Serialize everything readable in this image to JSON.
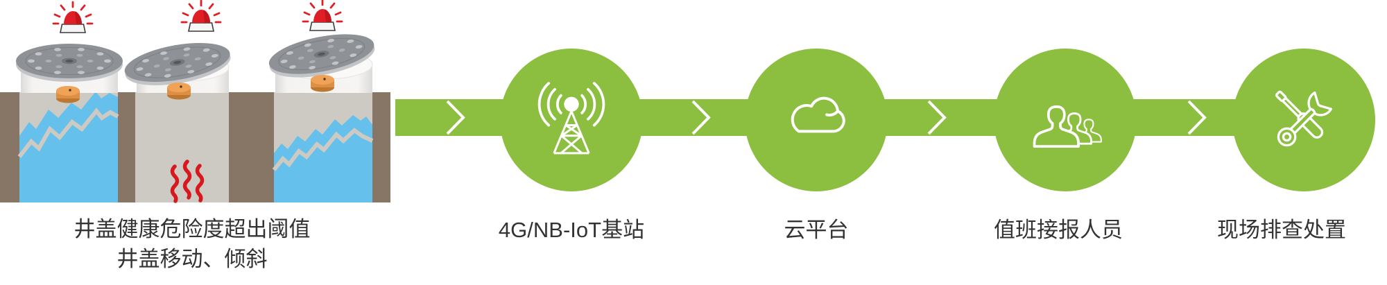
{
  "illustration": {
    "caption_line1": "井盖健康危险度超出阈值",
    "caption_line2": "井盖移动、倾斜",
    "manhole_count": 3,
    "alarm_count": 3,
    "elements": [
      "alarm-beacon",
      "manhole-cover",
      "iot-sensor",
      "rising-water",
      "gas-leak"
    ]
  },
  "flow": {
    "steps": [
      {
        "label": "4G/NB-IoT基站",
        "icon": "antenna-tower-icon"
      },
      {
        "label": "云平台",
        "icon": "cloud-icon"
      },
      {
        "label": "值班接报人员",
        "icon": "people-icon"
      },
      {
        "label": "现场排查处置",
        "icon": "tools-icon"
      }
    ]
  },
  "colors": {
    "accent_green": "#8CBF3F",
    "soil_brown": "#877566",
    "shaft_gray": "#CDC9C3",
    "water_blue": "#65C0EC",
    "alarm_red": "#E01E25",
    "sensor_orange": "#F0A356",
    "text": "#333333",
    "background": "#FFFFFF"
  }
}
